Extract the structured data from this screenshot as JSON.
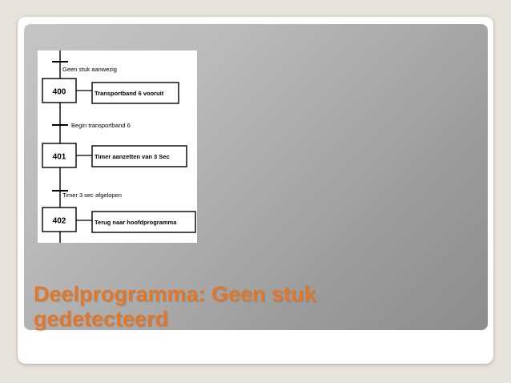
{
  "slide": {
    "title": "Deelprogramma: Geen stuk gedetecteerd"
  },
  "diagram": {
    "transitions": [
      {
        "label": "Geen stuk aanwezig"
      },
      {
        "label": "Begin transportband 6"
      },
      {
        "label": "Timer 3 sec afgelopen"
      }
    ],
    "steps": [
      {
        "number": "400",
        "action": "Transportband 6 vooruit"
      },
      {
        "number": "401",
        "action": "Timer aanzetten van 3 Sec"
      },
      {
        "number": "402",
        "action": "Terug naar hoofdprogramma"
      }
    ]
  }
}
